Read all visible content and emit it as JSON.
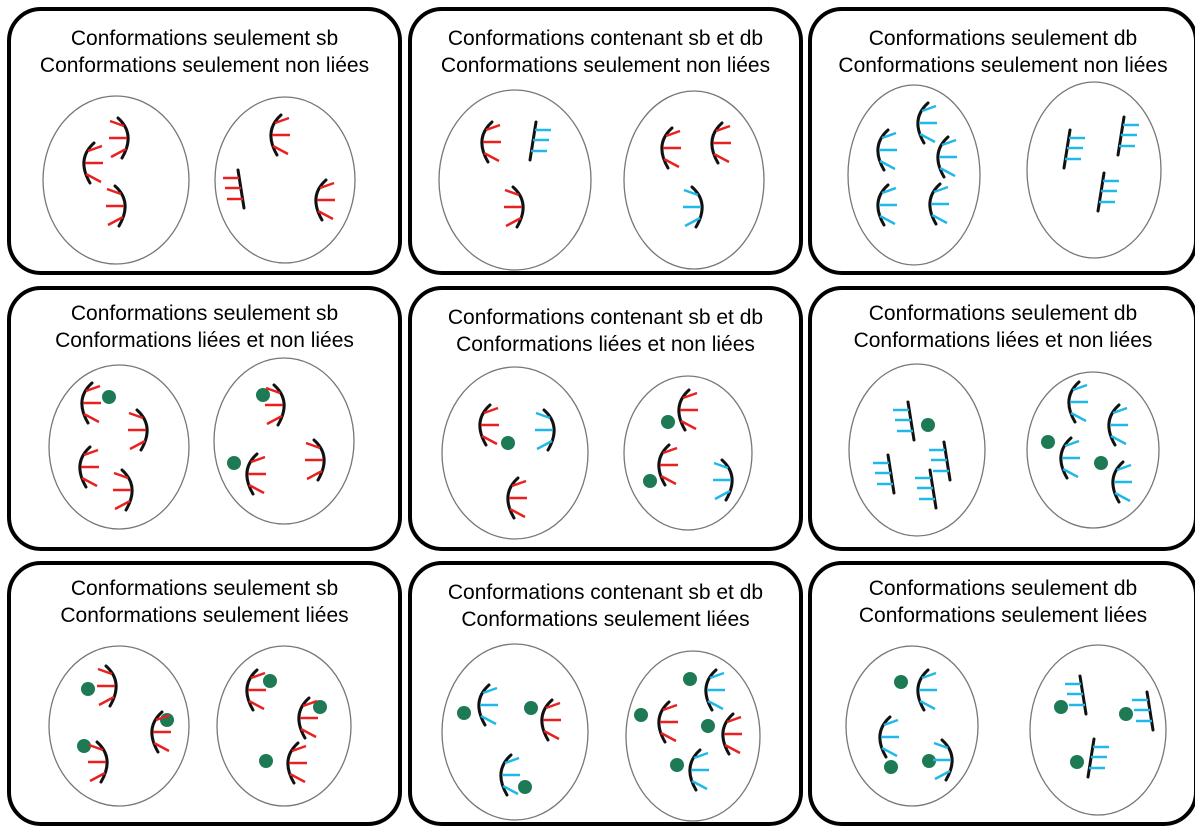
{
  "colors": {
    "border": "#000000",
    "ellipse_stroke": "#777777",
    "sb_branch": "#e8201f",
    "db_branch": "#1fb8e8",
    "backbone": "#111111",
    "ligand": "#1e7a55"
  },
  "icons": {
    "sb": "red-branch-conformation-icon",
    "db": "blue-branch-conformation-icon",
    "ligand": "green-ligand-dot-icon"
  },
  "panels": [
    {
      "line1": "Conformations seulement sb",
      "line2": "Conformations seulement non liées"
    },
    {
      "line1": "Conformations contenant sb et db",
      "line2": "Conformations seulement non liées"
    },
    {
      "line1": "Conformations seulement db",
      "line2": "Conformations seulement non liées"
    },
    {
      "line1": "Conformations seulement sb",
      "line2": "Conformations liées et non liées"
    },
    {
      "line1": "Conformations contenant sb et db",
      "line2": "Conformations liées et non liées"
    },
    {
      "line1": "Conformations seulement db",
      "line2": "Conformations liées et non liées"
    },
    {
      "line1": "Conformations seulement sb",
      "line2": "Conformations seulement liées"
    },
    {
      "line1": "Conformations contenant sb et db",
      "line2": "Conformations seulement liées"
    },
    {
      "line1": "Conformations seulement db",
      "line2": "Conformations seulement liées"
    }
  ]
}
